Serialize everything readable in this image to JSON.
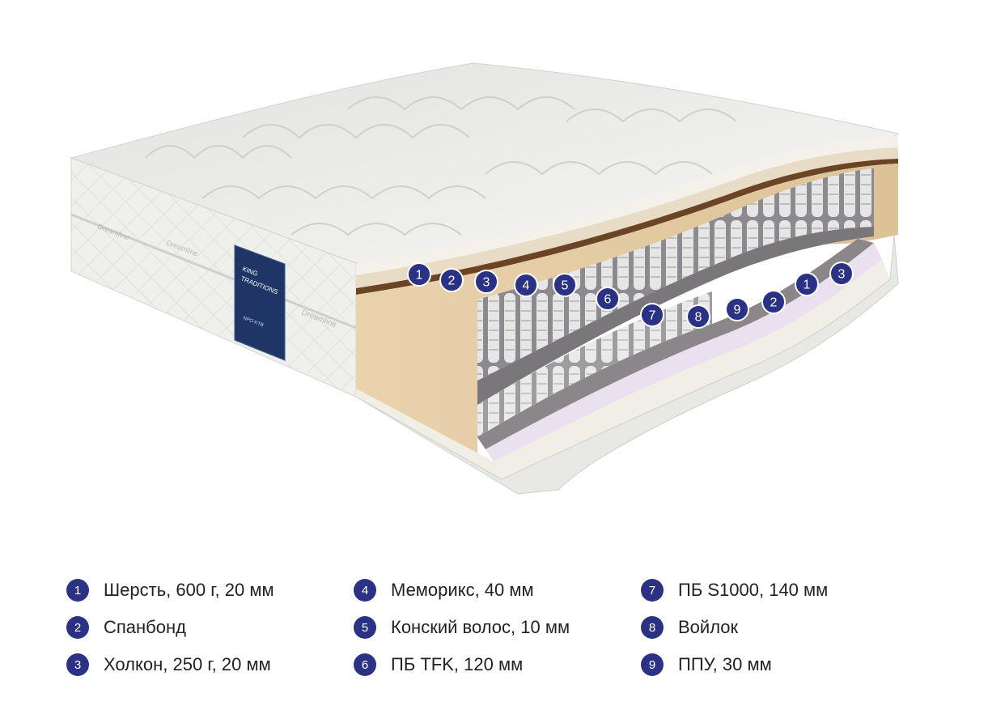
{
  "brand": {
    "label_line1": "KING",
    "label_line2": "TRADITIONS",
    "model_code": "NPO-KTB",
    "side_brand": "Dreamline"
  },
  "colors": {
    "marker": "#2b3286",
    "foam": "#e9d2ad",
    "coir": "#6b4426",
    "fabric": "#ecece9",
    "label_bg": "#1f3566",
    "felt": "#7f7b80",
    "ppu": "#e9e0f0"
  },
  "markers": [
    "1",
    "2",
    "3",
    "4",
    "5",
    "6",
    "7",
    "8",
    "9",
    "2",
    "1",
    "3"
  ],
  "legend": [
    {
      "num": "1",
      "label": "Шерсть, 600 г, 20 мм"
    },
    {
      "num": "2",
      "label": "Спанбонд"
    },
    {
      "num": "3",
      "label": "Холкон, 250 г, 20 мм"
    },
    {
      "num": "4",
      "label": "Меморикс, 40 мм"
    },
    {
      "num": "5",
      "label": "Конский волос, 10 мм"
    },
    {
      "num": "6",
      "label": "ПБ TFK, 120 мм"
    },
    {
      "num": "7",
      "label": "ПБ S1000, 140 мм"
    },
    {
      "num": "8",
      "label": "Войлок"
    },
    {
      "num": "9",
      "label": "ППУ, 30 мм"
    }
  ]
}
